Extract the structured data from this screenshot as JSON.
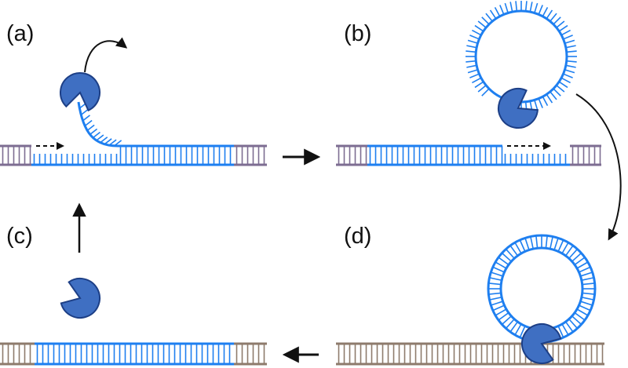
{
  "panels": [
    {
      "id": "a",
      "label": "(a)"
    },
    {
      "id": "b",
      "label": "(b)"
    },
    {
      "id": "c",
      "label": "(c)"
    },
    {
      "id": "d",
      "label": "(d)"
    }
  ],
  "colors": {
    "dna_blue": "#1e7ff0",
    "dna_brown": "#8e7b6c",
    "dna_purple": "#7d6d92",
    "enzyme_fill": "#3f6fc2",
    "enzyme_stroke": "#1d3f86",
    "arrow": "#111111",
    "background": "#ffffff"
  },
  "icons": {
    "enzyme": "pac-man-enzyme-icon",
    "dna": "double-strand-dna-icon",
    "circle": "circular-dna-icon"
  }
}
